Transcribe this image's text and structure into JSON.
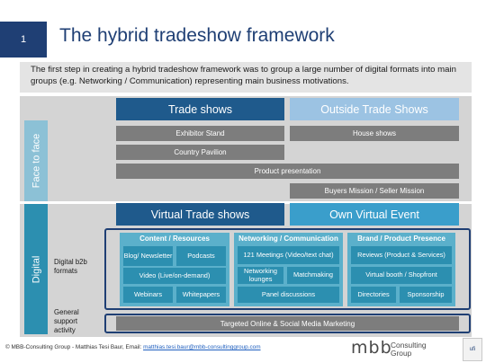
{
  "slide": {
    "number": "1",
    "title": "The hybrid tradeshow framework"
  },
  "intro": "The first step in creating a hybrid tradeshow framework was to group a large number of digital formats into main groups (e.g. Networking / Communication) representing main business motivations.",
  "lanes": {
    "face_to_face": "Face to face",
    "digital": "Digital"
  },
  "columns": {
    "trade_shows": "Trade shows",
    "outside_trade_shows": "Outside Trade Shows",
    "virtual_trade_shows": "Virtual Trade shows",
    "own_virtual_event": "Own Virtual Event"
  },
  "face_to_face_items": {
    "exhibitor_stand": "Exhibitor Stand",
    "house_shows": "House shows",
    "country_pavilion": "Country Pavilion",
    "product_presentation": "Product presentation",
    "buyers_mission": "Buyers Mission / Seller Mission"
  },
  "side_labels": {
    "digital_b2b": "Digital b2b formats",
    "general_support": "General support activity"
  },
  "groups": {
    "content": {
      "title": "Content / Resources",
      "items": [
        "Blog/ Newsletter",
        "Podcasts",
        "Video (Live/on-demand)",
        "Webinars",
        "Whitepapers"
      ]
    },
    "networking": {
      "title": "Networking / Communication",
      "items": [
        "121 Meetings (Video/text chat)",
        "Networking lounges",
        "Matchmaking",
        "Panel discussions"
      ]
    },
    "brand": {
      "title": "Brand / Product Presence",
      "items": [
        "Reviews (Product & Services)",
        "Virtual booth / Shopfront",
        "Directories",
        "Sponsorship"
      ]
    }
  },
  "support_bar": "Targeted Online & Social Media Marketing",
  "footer": {
    "text": "© MBB-Consulting Group - Matthias Tesi Baur, Email: ",
    "email": "matthias.tesi.baur@mbb-consultinggroup.com"
  },
  "logo": {
    "mark": "mbb",
    "text": "Consulting\nGroup"
  },
  "ufi": "ufi",
  "colors": {
    "navy": "#1f3f74",
    "trade_blue": "#1f5a8c",
    "light_blue": "#9cc3e3",
    "teal": "#2c8fb0",
    "teal_light": "#5bb0cb",
    "bar_grey": "#7d7d7d",
    "lane_grey": "#d4d4d4"
  }
}
